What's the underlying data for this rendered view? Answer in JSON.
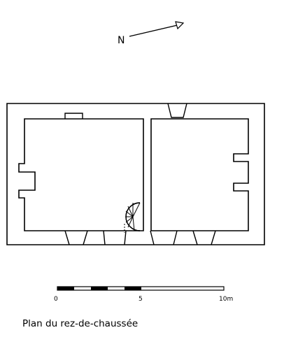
{
  "north_arrow": {
    "label": "N"
  },
  "scale_bar": {
    "tick_labels": [
      "0",
      "5",
      "10m"
    ]
  },
  "caption": "Plan du rez-de-chaussée"
}
